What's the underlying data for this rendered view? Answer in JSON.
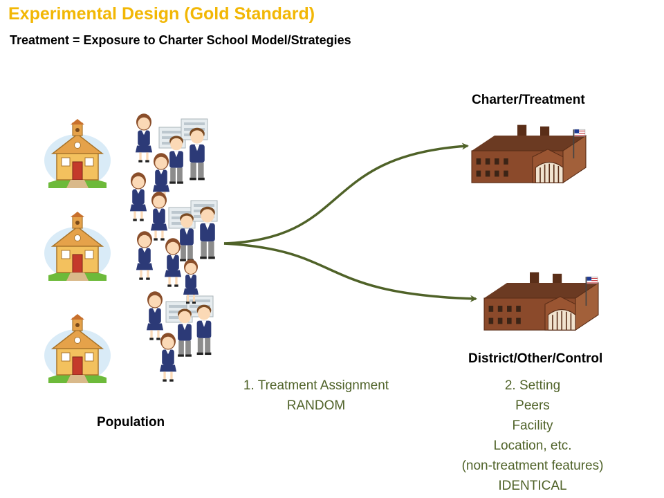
{
  "title": "Experimental Design (Gold Standard)",
  "subtitle": "Treatment = Exposure to Charter School Model/Strategies",
  "labels": {
    "population": "Population",
    "charter": "Charter/Treatment",
    "district": "District/Other/Control"
  },
  "assignment": {
    "line1": "1.  Treatment Assignment",
    "line2": "RANDOM"
  },
  "setting": {
    "lines": [
      "2. Setting",
      "Peers",
      "Facility",
      "Location, etc.",
      "(non-treatment features)",
      "IDENTICAL"
    ]
  },
  "colors": {
    "title": "#F2B705",
    "arrow": "#4F6228",
    "green_text": "#4F6228",
    "brick": "#8B4A2B",
    "roof": "#6B3A22"
  },
  "icons": {
    "small_school": "schoolhouse-icon",
    "students": "students-icon",
    "big_school": "school-building-icon"
  }
}
